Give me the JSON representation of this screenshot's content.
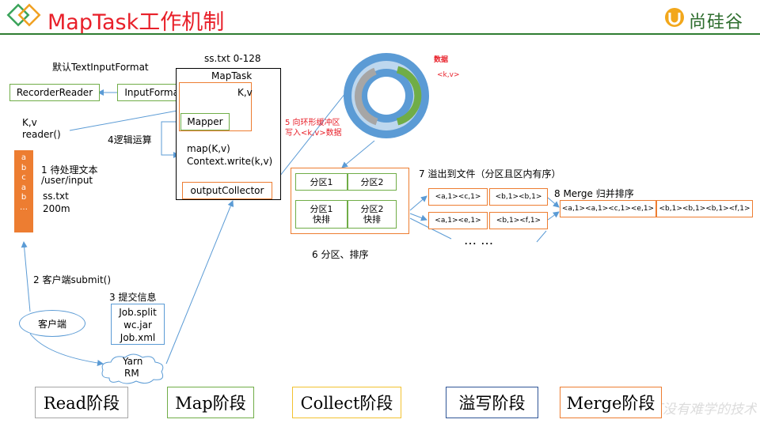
{
  "header": {
    "title": "MapTask工作机制",
    "logo_text": "尚硅谷"
  },
  "input_format": {
    "default_label": "默认TextInputFormat",
    "recorder_reader": "RecorderReader",
    "input_format": "InputFormat",
    "kv_label": "K,v",
    "reader_label": "reader()"
  },
  "maptask": {
    "range_label": "ss.txt 0-128",
    "title": "MapTask",
    "kv": "K,v",
    "mapper": "Mapper",
    "map_call": "map(K,v)",
    "context_write": "Context.write(k,v)",
    "output_collector": "outputCollector"
  },
  "file": {
    "letters": [
      "a",
      "b",
      "c",
      "a",
      "b",
      "…"
    ],
    "pending_label": "1 待处理文本",
    "path": "/user/input",
    "name": "ss.txt",
    "size": "200m"
  },
  "steps": {
    "logic": "4逻辑运算",
    "submit": "2 客户端submit()",
    "submit_info": "3 提交信息",
    "write_buffer_line1": "5 向环形缓冲区",
    "write_buffer_line2": "写入<k,v>数据",
    "spill": "7 溢出到文件（分区且区内有序）",
    "partition_sort": "6 分区、排序",
    "merge": "8 Merge 归并排序"
  },
  "client": {
    "label": "客户端"
  },
  "job_files": [
    "Job.split",
    "wc.jar",
    "Job.xml"
  ],
  "yarn": {
    "line1": "Yarn",
    "line2": "RM"
  },
  "ring_buffer": {
    "data_label": "数据",
    "kv_label": "<k,v>"
  },
  "partitions": {
    "p1": "分区1",
    "p2": "分区2",
    "p1_sort_a": "分区1",
    "p1_sort_b": "快排",
    "p2_sort_a": "分区2",
    "p2_sort_b": "快排"
  },
  "spill_files": {
    "r1c1": "<a,1><c,1>",
    "r1c2": "<b,1><b,1>",
    "r2c1": "<a,1><e,1>",
    "r2c2": "<b,1><f,1>",
    "dots": "… …"
  },
  "merged": {
    "left": "<a,1><a,1><c,1><e,1>",
    "right": "<b,1><b,1><b,1><f,1>"
  },
  "phases": [
    "Read阶段",
    "Map阶段",
    "Collect阶段",
    "溢写阶段",
    "Merge阶段"
  ],
  "watermark": "让天下没有难学的技术",
  "colors": {
    "title_red": "#e8202a",
    "green_border": "#70ad47",
    "orange": "#ed7d31",
    "blue": "#5b9bd5",
    "ring_blue": "#5b9bd5"
  }
}
